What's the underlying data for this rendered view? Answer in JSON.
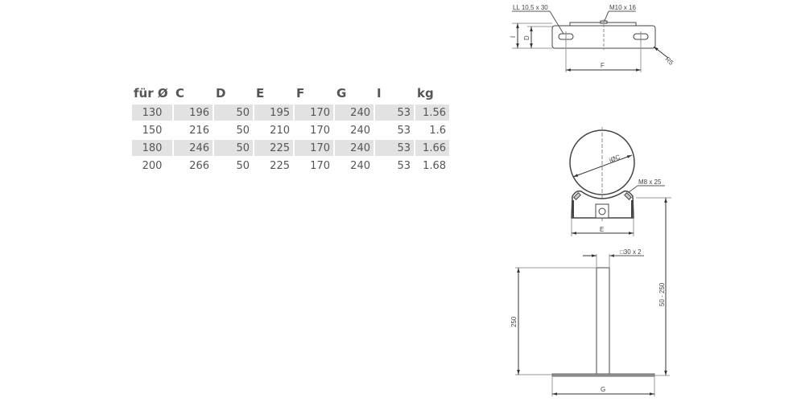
{
  "table": {
    "headers": [
      "für Ø",
      "C",
      "D",
      "E",
      "F",
      "G",
      "I",
      "kg"
    ],
    "rows": [
      [
        "130",
        "196",
        "50",
        "195",
        "170",
        "240",
        "53",
        "1.56"
      ],
      [
        "150",
        "216",
        "50",
        "210",
        "170",
        "240",
        "53",
        "1.6"
      ],
      [
        "180",
        "246",
        "50",
        "225",
        "170",
        "240",
        "53",
        "1.66"
      ],
      [
        "200",
        "266",
        "50",
        "225",
        "170",
        "240",
        "53",
        "1.68"
      ]
    ]
  },
  "drawing": {
    "top_view": {
      "slot_label": "LL 10,5 x 30",
      "bolt_label": "M10 x 16",
      "dim_I": "I",
      "dim_D": "D",
      "dim_F": "F",
      "radius_label": "R5"
    },
    "front_view": {
      "diameter_label": "iØC",
      "screw_label": "M8 x 25",
      "dim_E": "E",
      "height_range": "50 - 250"
    },
    "stand_view": {
      "tube_label": "□30 x 2",
      "height_label": "250",
      "dim_G": "G"
    }
  }
}
